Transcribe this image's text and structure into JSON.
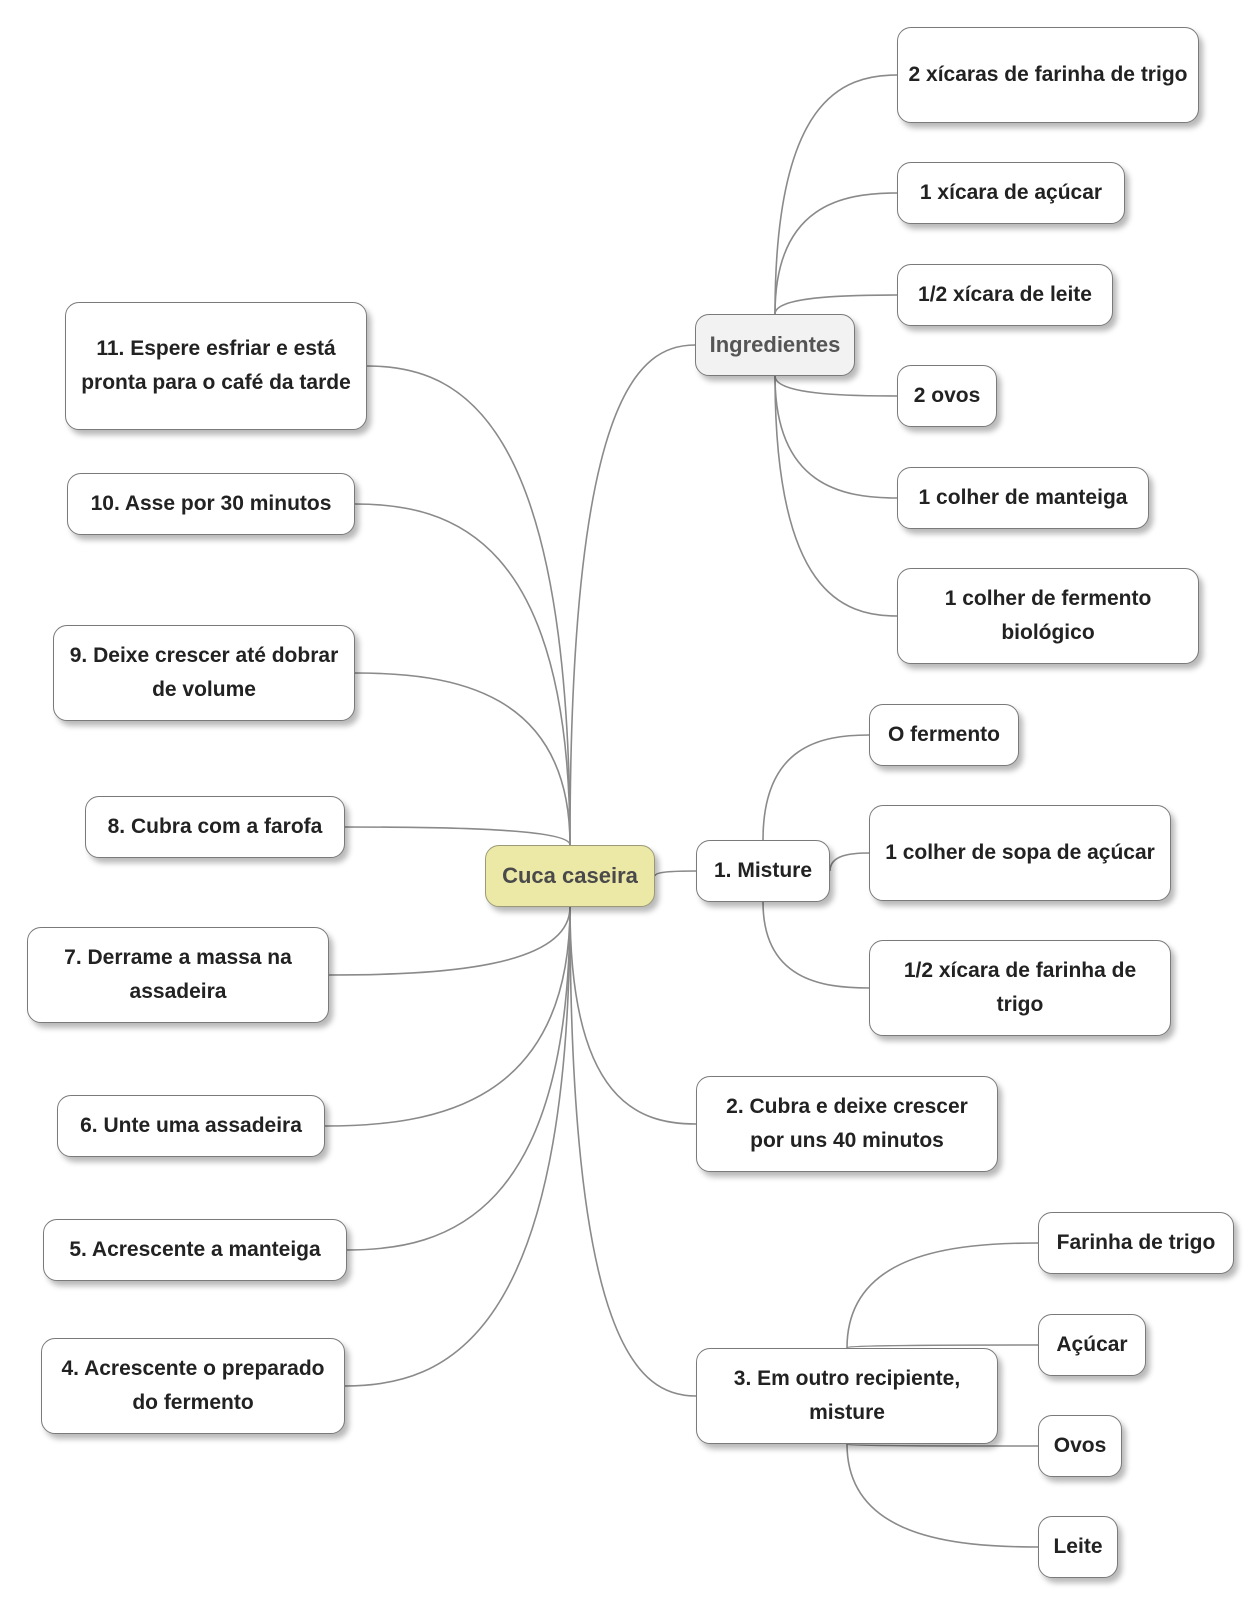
{
  "colors": {
    "root_fill": "#ece8a6",
    "group_fill": "#f2f2f2",
    "node_fill": "#ffffff",
    "connector": "#8a8a8a"
  },
  "root": "Cuca caseira",
  "ingredients": {
    "label": "Ingredientes",
    "items": [
      "2 xícaras de farinha de trigo",
      "1 xícara de açúcar",
      "1/2 xícara de leite",
      "2 ovos",
      "1 colher de manteiga",
      "1 colher de fermento biológico"
    ]
  },
  "step1": {
    "label": "1. Misture",
    "items": [
      "O fermento",
      "1 colher de sopa de açúcar",
      "1/2 xícara de farinha de trigo"
    ]
  },
  "step2": "2. Cubra e deixe crescer por uns 40 minutos",
  "step3": {
    "label": "3.  Em outro recipiente, misture",
    "items": [
      "Farinha de trigo",
      "Açúcar",
      "Ovos",
      "Leite"
    ]
  },
  "left_steps": [
    "11. Espere esfriar e está pronta para o café da tarde",
    "10. Asse por 30 minutos",
    "9. Deixe crescer até dobrar de volume",
    "8. Cubra com a farofa",
    "7. Derrame a massa na assadeira",
    "6. Unte uma assadeira",
    "5. Acrescente a manteiga",
    "4. Acrescente o preparado do fermento"
  ]
}
